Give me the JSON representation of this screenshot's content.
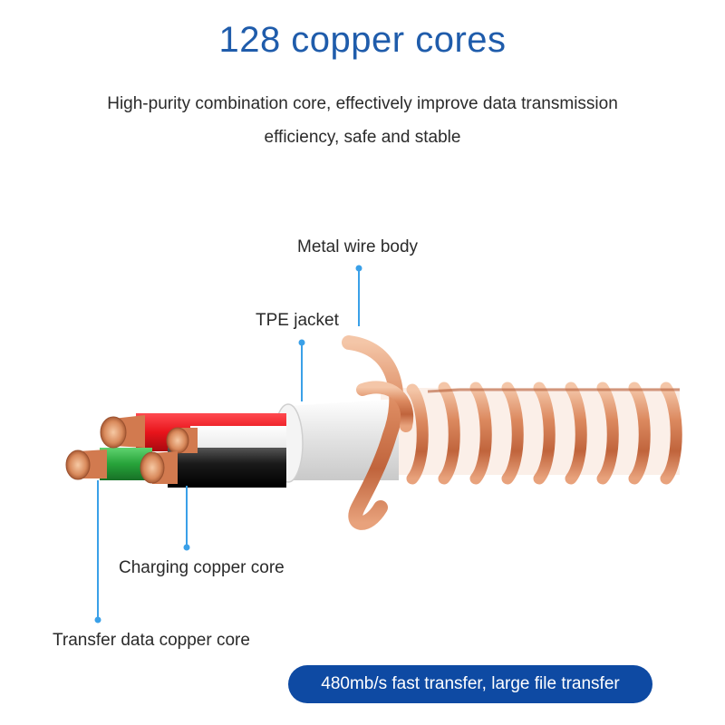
{
  "title": "128 copper cores",
  "subtitle": "High-purity combination core, effectively improve data transmission efficiency, safe and stable",
  "labels": {
    "metal_wire_body": "Metal wire body",
    "tpe_jacket": "TPE jacket",
    "charging_copper_core": "Charging copper core",
    "transfer_data_copper_core": "Transfer data copper core"
  },
  "badge": "480mb/s fast transfer, large file transfer",
  "colors": {
    "title": "#1f5cab",
    "badge_bg": "#0e4aa3",
    "leader_line": "#3aa0e8",
    "copper": "#d9825a",
    "wire_red": "#e8141b",
    "wire_green": "#27a33a",
    "wire_white": "#f2f2f2",
    "wire_black": "#1a1a1a",
    "jacket": "#e6e6e6"
  }
}
